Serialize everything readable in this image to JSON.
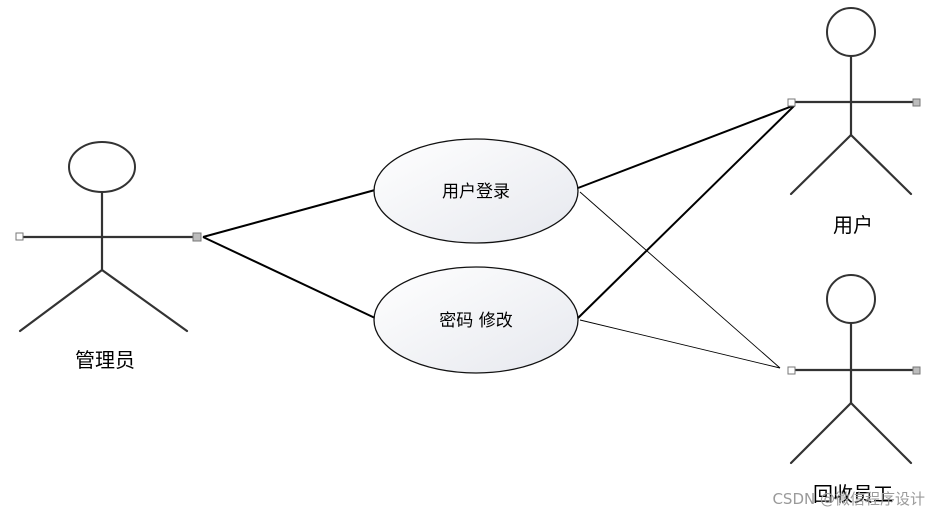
{
  "diagram": {
    "actors": {
      "admin": {
        "label": "管理员"
      },
      "user": {
        "label": "用户"
      },
      "recycler": {
        "label": "回收员工"
      }
    },
    "use_cases": {
      "login": {
        "label": "用户登录"
      },
      "password": {
        "label": "密码 修改"
      }
    },
    "associations": [
      {
        "from": "管理员",
        "to": "用户登录"
      },
      {
        "from": "管理员",
        "to": "密码 修改"
      },
      {
        "from": "用户",
        "to": "用户登录"
      },
      {
        "from": "用户",
        "to": "密码 修改"
      },
      {
        "from": "回收员工",
        "to": "用户登录"
      },
      {
        "from": "回收员工",
        "to": "密码 修改"
      }
    ]
  },
  "watermark": "CSDN @微信程序设计"
}
